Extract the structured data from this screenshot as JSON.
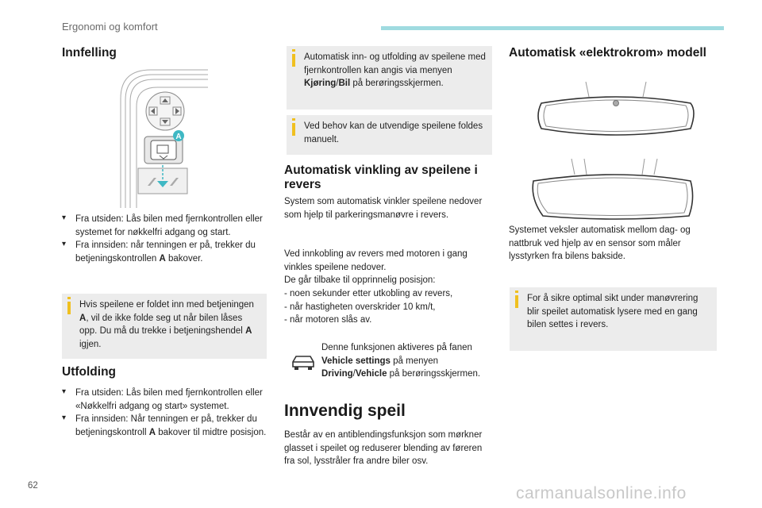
{
  "header": {
    "section_title": "Ergonomi og komfort"
  },
  "left": {
    "innfelling_heading": "Innfelling",
    "figure_label": "A",
    "innfelling_bullets": [
      "Fra utsiden: Lås bilen med fjernkontrollen eller systemet for nøkkelfri adgang og start.",
      "Fra innsiden: når tenningen er på, trekker du betjeningskontrollen A bakover."
    ],
    "info_box": "Hvis speilene er foldet inn med betjeningen A, vil de ikke folde seg ut når bilen låses opp. Du må du trekke i betjeningshendel A igjen.",
    "utfolding_heading": "Utfolding",
    "utfolding_bullets": [
      "Fra utsiden: Lås bilen med fjernkontrollen eller «Nøkkelfri adgang og start» systemet.",
      "Fra innsiden: Når tenningen er på, trekker du betjeningskontroll A bakover til midtre posisjon."
    ]
  },
  "middle": {
    "info_box_1": "Automatisk inn- og utfolding av speilene med fjernkontrollen kan angis via menyen Kjøring/Bil på berøringsskjermen.",
    "info_box_2": "Ved behov kan de utvendige speilene foldes manuelt.",
    "revers_heading": "Automatisk vinkling av speilene i revers",
    "revers_p1": "System som automatisk vinkler speilene nedover som hjelp til parkeringsmanøvre i revers.",
    "revers_p2_lines": [
      "Ved innkobling av revers med motoren i gang vinkles speilene nedover.",
      "De går tilbake til opprinnelig posisjon:",
      "- noen sekunder etter utkobling av revers,",
      "- når hastigheten overskrider 10 km/t,",
      "- når motoren slås av."
    ],
    "car_note": "Denne funksjonen aktiveres på fanen Vehicle settings på menyen Driving/Vehicle på berøringsskjermen.",
    "innvendig_heading": "Innvendig speil",
    "innvendig_p": "Består av en antiblendingsfunksjon som mørkner glasset i speilet og reduserer blending av føreren fra sol, lysstråler fra andre biler osv."
  },
  "right": {
    "elektrokrom_heading": "Automatisk «elektrokrom» modell",
    "elektrokrom_p": "Systemet veksler automatisk mellom dag- og nattbruk ved hjelp av en sensor som måler lysstyrken fra bilens bakside.",
    "info_box": "For å sikre optimal sikt under manøvrering blir speilet automatisk lysere med en gang bilen settes i revers."
  },
  "footer": {
    "page_number": "62",
    "watermark": "carmanualsonline.info"
  },
  "colors": {
    "accent": "#9fdbe0",
    "info_bg": "#ececec",
    "info_icon": "#f0c020",
    "figure_badge": "#3fb8c4"
  }
}
